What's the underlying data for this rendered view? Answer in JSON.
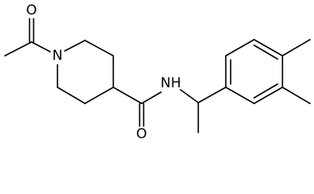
{
  "molecule": {
    "atoms": {
      "o1": "O",
      "n1": "N",
      "nh": "NH",
      "o2": "O"
    }
  },
  "colors": {
    "bond": "#000000",
    "label": "#000000",
    "background": "#ffffff"
  }
}
